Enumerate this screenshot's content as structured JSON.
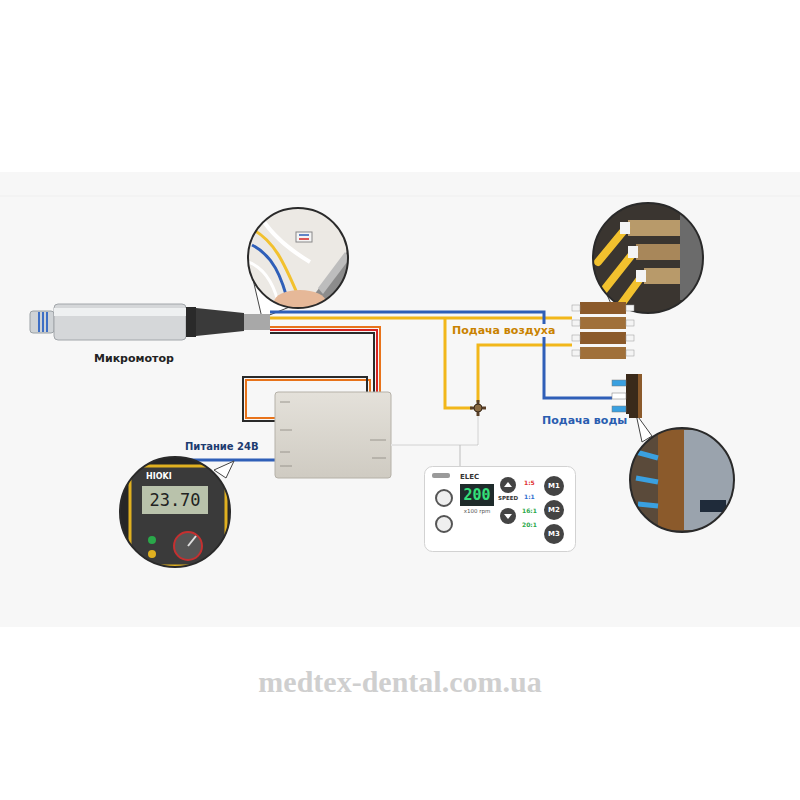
{
  "diagram": {
    "nodes": [
      {
        "text": [
          "Микромотор"
        ]
      },
      {
        "text": [
          "Подача воздуха"
        ]
      },
      {
        "text": [
          "Подача воды"
        ]
      },
      {
        "text": [
          "ELEC",
          "200",
          "x100 rpm",
          "SPEED",
          "1:5",
          "1:1",
          "16:1",
          "20:1",
          "M1",
          "M2",
          "M3"
        ]
      }
    ],
    "edges": [
      {
        "from": 0,
        "to": 1,
        "arrow": "none"
      },
      {
        "from": 0,
        "to": 2,
        "arrow": "none"
      }
    ],
    "labels": [
      "Питание 24В",
      "HIOKI",
      "23.70",
      "medtex-dental.com.ua"
    ]
  }
}
